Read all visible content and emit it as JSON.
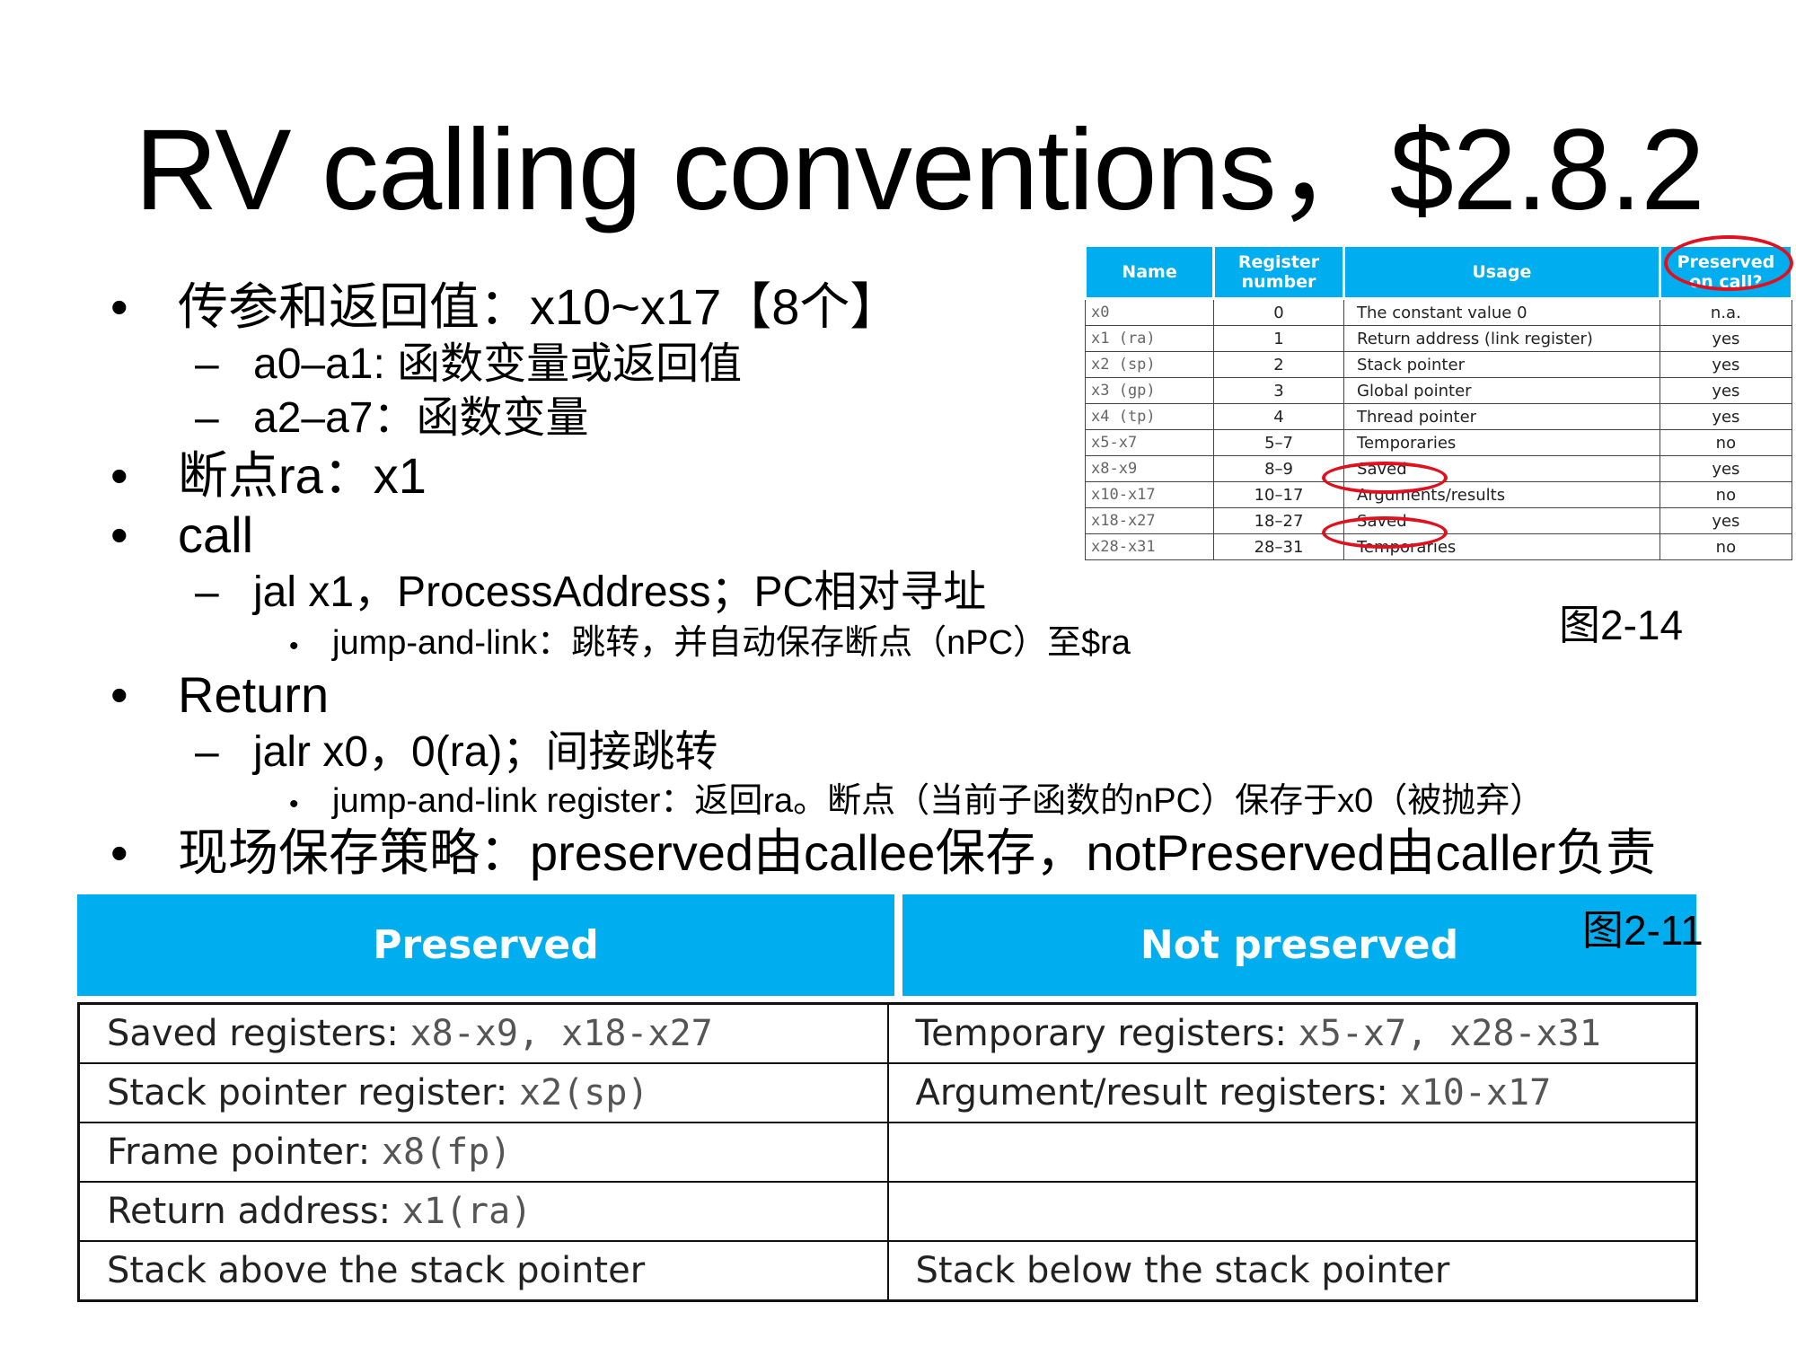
{
  "title": "RV calling conventions，$2.8.2",
  "bullets": {
    "b1": "传参和返回值：x10~x17【8个】",
    "b1_s1": "a0–a1: 函数变量或返回值",
    "b1_s2": "a2–a7：函数变量",
    "b2": "断点ra：x1",
    "b3": "call",
    "b3_s1": "jal x1，ProcessAddress；PC相对寻址",
    "b3_s1_t1": "jump-and-link：跳转，并自动保存断点（nPC）至$ra",
    "b4": "Return",
    "b4_s1": "jalr x0，0(ra)；间接跳转",
    "b4_s1_t1": "jump-and-link register：返回ra。断点（当前子函数的nPC）保存于x0（被抛弃）",
    "b5": "现场保存策略：preserved由callee保存，notPreserved由caller负责",
    "dash": "–",
    "dot": "•"
  },
  "register_table": {
    "headers": {
      "name": "Name",
      "number_line1": "Register",
      "number_line2": "number",
      "usage": "Usage",
      "preserved_line1": "Preserved",
      "preserved_line2": "on call?"
    },
    "rows": [
      {
        "name": "x0",
        "number": "0",
        "usage": "The constant value 0",
        "preserved": "n.a."
      },
      {
        "name": "x1 (ra)",
        "number": "1",
        "usage": "Return address (link register)",
        "preserved": "yes"
      },
      {
        "name": "x2 (sp)",
        "number": "2",
        "usage": "Stack pointer",
        "preserved": "yes"
      },
      {
        "name": "x3 (gp)",
        "number": "3",
        "usage": "Global pointer",
        "preserved": "yes"
      },
      {
        "name": "x4 (tp)",
        "number": "4",
        "usage": "Thread pointer",
        "preserved": "yes"
      },
      {
        "name": "x5-x7",
        "number": "5–7",
        "usage": "Temporaries",
        "preserved": "no"
      },
      {
        "name": "x8-x9",
        "number": "8–9",
        "usage": "Saved",
        "preserved": "yes"
      },
      {
        "name": "x10-x17",
        "number": "10–17",
        "usage": "Arguments/results",
        "preserved": "no"
      },
      {
        "name": "x18-x27",
        "number": "18–27",
        "usage": "Saved",
        "preserved": "yes"
      },
      {
        "name": "x28-x31",
        "number": "28–31",
        "usage": "Temporaries",
        "preserved": "no"
      }
    ],
    "figure_label": "图2-14",
    "highlight_color": "#e0101e",
    "header_color": "#00aeef"
  },
  "preserved_table": {
    "header_preserved": "Preserved",
    "header_not_preserved": "Not preserved",
    "figure_label": "图2-11",
    "rows": [
      {
        "p_text": "Saved registers: ",
        "p_reg": "x8-x9, x18-x27",
        "n_text": "Temporary registers: ",
        "n_reg": "x5-x7, x28-x31"
      },
      {
        "p_text": "Stack pointer register: ",
        "p_reg": "x2(sp)",
        "n_text": "Argument/result registers: ",
        "n_reg": "x10-x17"
      },
      {
        "p_text": "Frame pointer: ",
        "p_reg": "x8(fp)",
        "n_text": "",
        "n_reg": ""
      },
      {
        "p_text": "Return address: ",
        "p_reg": "x1(ra)",
        "n_text": "",
        "n_reg": ""
      },
      {
        "p_text": "Stack above the stack pointer",
        "p_reg": "",
        "n_text": "Stack below the stack pointer",
        "n_reg": ""
      }
    ]
  }
}
